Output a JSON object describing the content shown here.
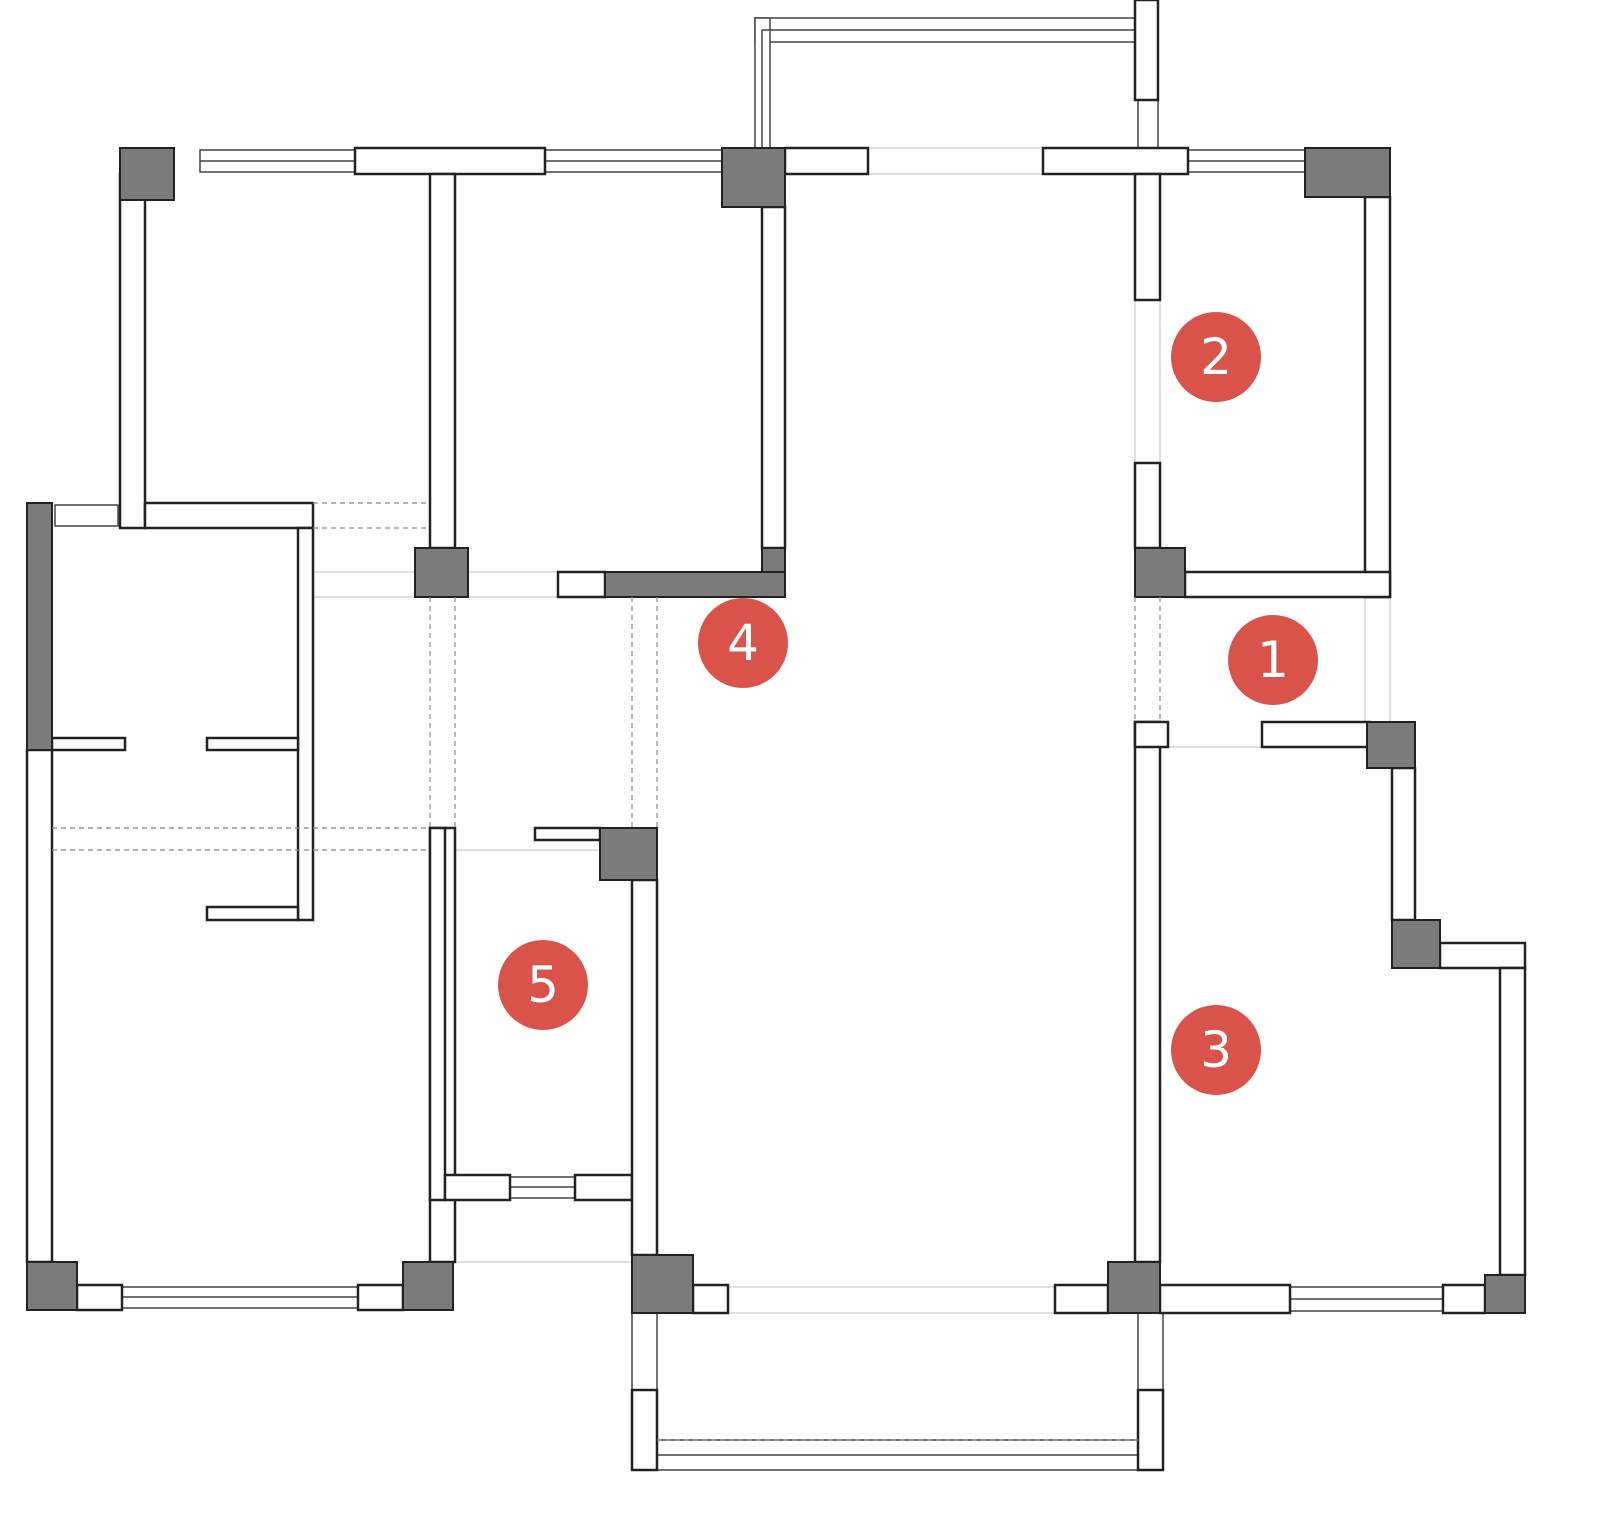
{
  "plan": {
    "title": "Floor plan",
    "markers": [
      {
        "id": "1",
        "label": "1"
      },
      {
        "id": "2",
        "label": "2"
      },
      {
        "id": "3",
        "label": "3"
      },
      {
        "id": "4",
        "label": "4"
      },
      {
        "id": "5",
        "label": "5"
      }
    ],
    "colors": {
      "marker": "#d9534b",
      "column": "#7b7b7b",
      "wall": "#ffffff"
    }
  }
}
